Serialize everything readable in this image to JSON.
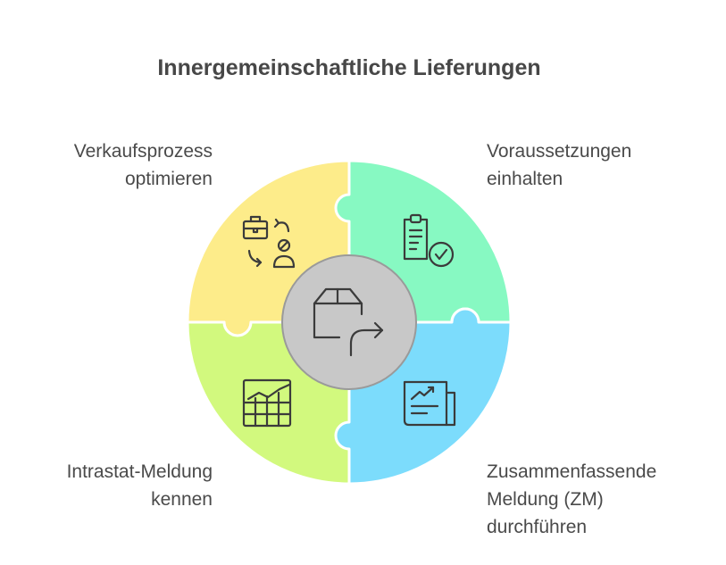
{
  "title": "Innergemeinschaftliche Lieferungen",
  "segments": [
    {
      "id": "tl",
      "lines": [
        "Verkaufsprozess",
        "optimieren"
      ],
      "color": "#fdec8a",
      "icon": "briefcase-person-cycle-icon"
    },
    {
      "id": "tr",
      "lines": [
        "Voraussetzungen",
        "einhalten"
      ],
      "color": "#87f9c2",
      "icon": "clipboard-check-icon"
    },
    {
      "id": "bl",
      "lines": [
        "Intrastat-Meldung",
        "kennen"
      ],
      "color": "#d2f97e",
      "icon": "grid-chart-icon"
    },
    {
      "id": "br",
      "lines": [
        "Zusammenfassende",
        "Meldung (ZM)",
        "durchführen"
      ],
      "color": "#7cdcfc",
      "icon": "report-trend-icon"
    }
  ],
  "center": {
    "color": "#c8c8c8",
    "icon": "box-arrow-icon"
  }
}
